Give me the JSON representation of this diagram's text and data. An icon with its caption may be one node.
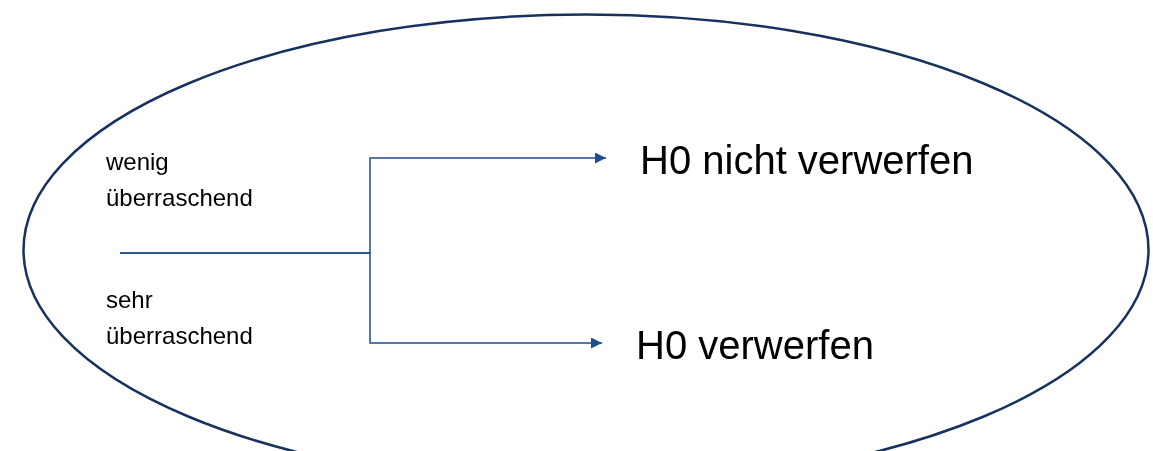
{
  "diagram": {
    "nodes": [
      {
        "text": [],
        "shape": "ellipse"
      },
      {
        "text": [
          "H0 nicht verwerfen"
        ],
        "in": 0
      },
      {
        "text": [
          "H0 verwerfen"
        ],
        "in": 0
      }
    ],
    "edges": [
      {
        "from": null,
        "to": 1,
        "arrow": "to"
      },
      {
        "from": null,
        "to": 2,
        "arrow": "to"
      }
    ],
    "labels": [
      "wenig überraschend",
      "sehr überraschend"
    ]
  }
}
